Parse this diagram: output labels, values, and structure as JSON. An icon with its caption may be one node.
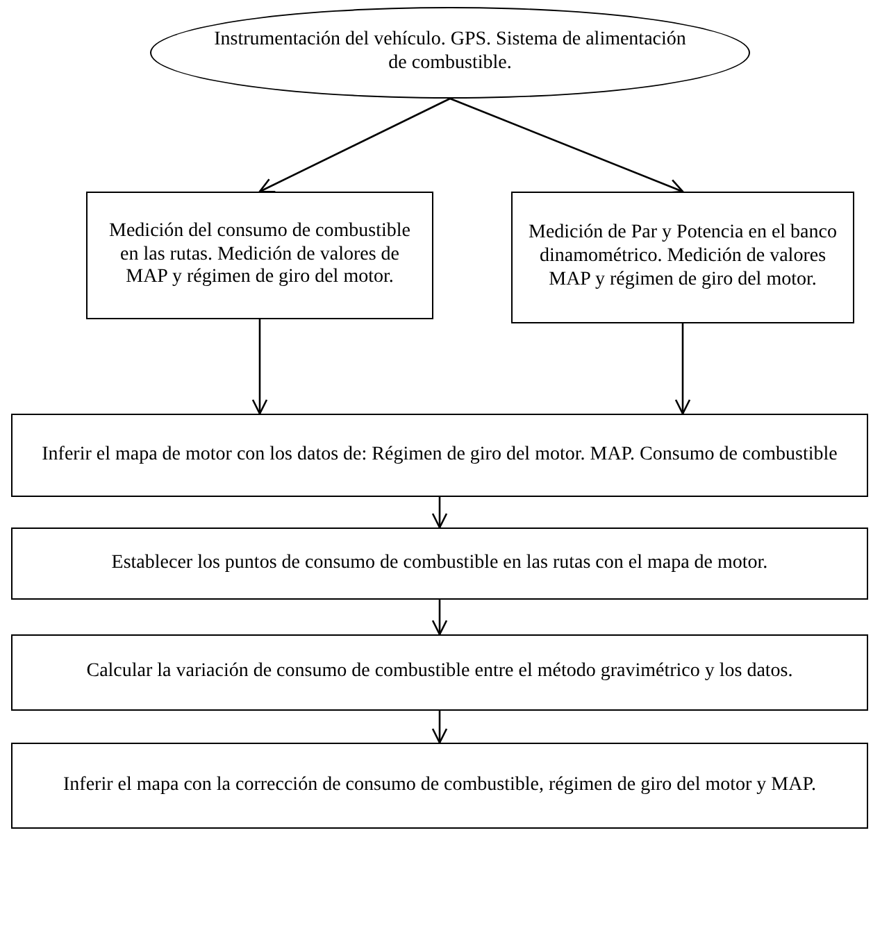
{
  "diagram": {
    "nodes": [
      {
        "text": [
          "Instrumentación del vehículo. GPS. Sistema de alimentación de combustible."
        ]
      },
      {
        "text": [
          "Medición del consumo de combustible en las rutas. Medición de valores de MAP y régimen de giro del motor."
        ]
      },
      {
        "text": [
          "Medición de Par y Potencia en el banco dinamométrico. Medición de valores MAP y régimen de giro del motor."
        ]
      },
      {
        "text": [
          "Inferir el mapa de motor con los datos de: Régimen de giro del motor. MAP. Consumo de combustible"
        ]
      },
      {
        "text": [
          "Establecer los puntos de consumo de combustible en las rutas con el mapa de motor."
        ]
      },
      {
        "text": [
          "Calcular la variación de consumo de combustible entre el método gravimétrico y los datos."
        ]
      },
      {
        "text": [
          "Inferir el mapa con la corrección de consumo de combustible, régimen de giro del motor y MAP."
        ]
      }
    ],
    "edges": [
      {
        "from": 0,
        "to": 1,
        "arrow": "to"
      },
      {
        "from": 0,
        "to": 2,
        "arrow": "to"
      },
      {
        "from": 1,
        "to": 3,
        "arrow": "to"
      },
      {
        "from": 2,
        "to": 3,
        "arrow": "to"
      },
      {
        "from": 3,
        "to": 4,
        "arrow": "to"
      },
      {
        "from": 4,
        "to": 5,
        "arrow": "to"
      },
      {
        "from": 5,
        "to": 6,
        "arrow": "to"
      }
    ]
  }
}
